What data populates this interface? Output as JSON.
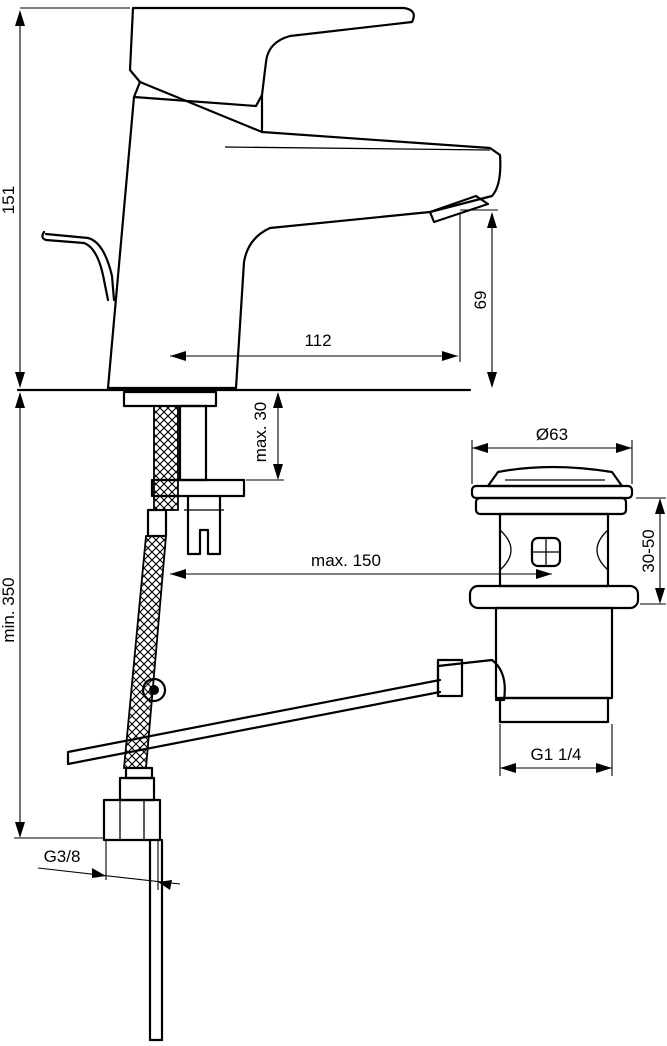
{
  "dimensions": {
    "total_height": "151",
    "spout_height": "69",
    "spout_reach": "112",
    "mount_depth": "max. 30",
    "hose_min_length": "min. 350",
    "drain_diameter": "Ø63",
    "drain_clamp_range": "30-50",
    "drain_reach": "max. 150",
    "drain_thread": "G1 1/4",
    "hose_thread": "G3/8"
  }
}
